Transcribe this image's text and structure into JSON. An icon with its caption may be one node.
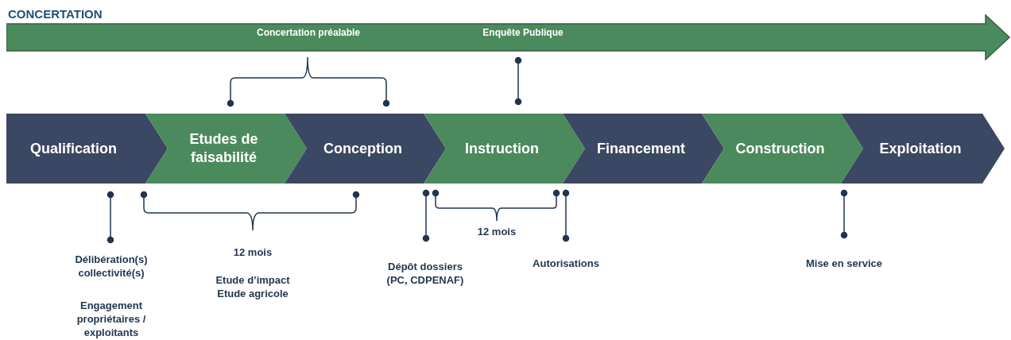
{
  "diagram": {
    "title": "CONCERTATION",
    "nodes": [
      {
        "text": [
          "Concertation préalable",
          "Enquête Publique"
        ]
      },
      {
        "text": [
          "Qualification"
        ]
      },
      {
        "text": [
          "Etudes de faisabilité"
        ]
      },
      {
        "text": [
          "Conception"
        ]
      },
      {
        "text": [
          "Instruction"
        ]
      },
      {
        "text": [
          "Financement"
        ]
      },
      {
        "text": [
          "Construction"
        ]
      },
      {
        "text": [
          "Exploitation"
        ]
      }
    ],
    "labels": [
      "Délibération(s) collectivité(s)",
      "Engagement propriétaires / exploitants",
      "12 mois",
      "Etude d’impact",
      "Etude agricole",
      "Dépôt dossiers (PC, CDPENAF)",
      "12 mois",
      "Autorisations",
      "Mise en service"
    ]
  }
}
